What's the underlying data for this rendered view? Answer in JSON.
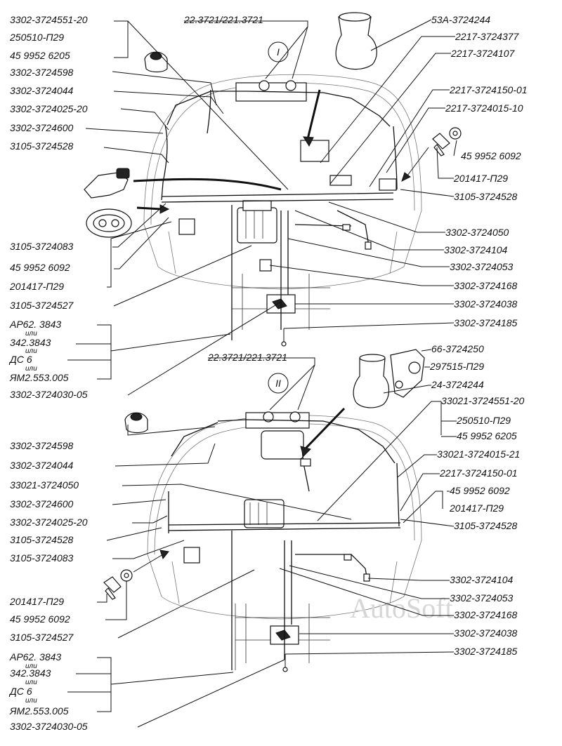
{
  "section1": {
    "marker": "I",
    "labels_left": [
      "3302-3724551-20",
      "250510-П29",
      "45 9952 6205",
      "3302-3724598",
      "3302-3724044",
      "3302-3724025-20",
      "3302-3724600",
      "3105-3724528",
      "3105-3724083",
      "45 9952 6092",
      "201417-П29",
      "3105-3724527",
      "3302-3724030-05"
    ],
    "ap_stack": {
      "l1": "АР62. 3843",
      "l2": "342.3843",
      "l3": "ДС 6",
      "l4": "ЯМ2.553.005",
      "or": "или"
    },
    "top_label": "22.3721/221.3721",
    "labels_right": [
      "53А-3724244",
      "2217-3724377",
      "2217-3724107",
      "2217-3724150-01",
      "2217-3724015-10",
      "45 9952 6092",
      "201417-П29",
      "3105-3724528",
      "3302-3724050",
      "3302-3724104",
      "3302-3724053",
      "3302-3724168",
      "3302-3724038",
      "3302-3724185"
    ]
  },
  "section2": {
    "marker": "II",
    "top_label": "22.3721/221.3721",
    "labels_left": [
      "3302-3724598",
      "3302-3724044",
      "33021-3724050",
      "3302-3724600",
      "3302-3724025-20",
      "3105-3724528",
      "3105-3724083",
      "201417-П29",
      "45 9952 6092",
      "3105-3724527",
      "3302-3724030-05"
    ],
    "ap_stack": {
      "l1": "АР62. 3843",
      "l2": "342.3843",
      "l3": "ДС 6",
      "l4": "ЯМ2.553.005",
      "or": "или"
    },
    "labels_right": [
      "66-3724250",
      "297515-П29",
      "24-3724244",
      "33021-3724551-20",
      "250510-П29",
      "45 9952 6205",
      "33021-3724015-21",
      "2217-3724150-01",
      "45 9952 6092",
      "201417-П29",
      "3105-3724528",
      "3302-3724104",
      "3302-3724053",
      "3302-3724168",
      "3302-3724038",
      "3302-3724185"
    ]
  },
  "watermark": "AutoSoft"
}
